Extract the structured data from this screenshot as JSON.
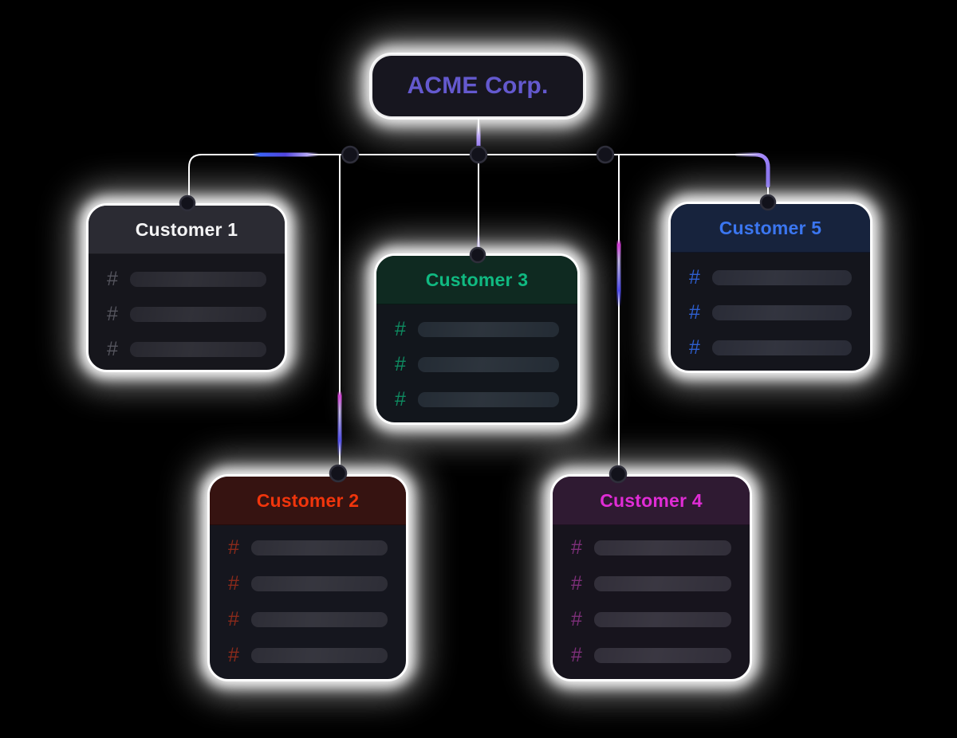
{
  "canvas": {
    "background_color": "#000000",
    "edge_color": "#ffffff",
    "glow_color": "#ffffff"
  },
  "root_node": {
    "label": "ACME Corp.",
    "title_color": "#6459ce",
    "body_bg": "#17161f"
  },
  "icons": {
    "hash": "#"
  },
  "customers": {
    "c1": {
      "title": "Customer 1",
      "rows": 3,
      "title_color": "#f4f4f5",
      "header_bg": "#2b2b33",
      "hash_color": "#55555e",
      "bar_bg": "#24242c",
      "body_bg": "#16161c"
    },
    "c2": {
      "title": "Customer 2",
      "rows": 4,
      "title_color": "#f1350c",
      "header_bg": "#361311",
      "hash_color": "#8a2a1b",
      "bar_bg": "#2a2a33",
      "body_bg": "#15161e"
    },
    "c3": {
      "title": "Customer 3",
      "rows": 3,
      "title_color": "#10b981",
      "header_bg": "#0f2a21",
      "hash_color": "#0e8a60",
      "bar_bg": "#202831",
      "body_bg": "#12161c"
    },
    "c4": {
      "title": "Customer 4",
      "rows": 4,
      "title_color": "#e02cd5",
      "header_bg": "#2f1a32",
      "hash_color": "#7d2f79",
      "bar_bg": "#2e2b36",
      "body_bg": "#17141d"
    },
    "c5": {
      "title": "Customer 5",
      "rows": 3,
      "title_color": "#3b76f0",
      "header_bg": "#17233d",
      "hash_color": "#2e5fd0",
      "bar_bg": "#262833",
      "body_bg": "#14151c"
    }
  },
  "edges": [
    {
      "from": "acme-corp",
      "to": "customer-1"
    },
    {
      "from": "acme-corp",
      "to": "customer-2"
    },
    {
      "from": "acme-corp",
      "to": "customer-3"
    },
    {
      "from": "acme-corp",
      "to": "customer-4"
    },
    {
      "from": "acme-corp",
      "to": "customer-5"
    }
  ],
  "beam_colors": {
    "lavender": "#a78bfa",
    "purple": "#6c55e8",
    "blue": "#3b62f6",
    "indigo": "#4946e6",
    "pink": "#d23ad6"
  }
}
